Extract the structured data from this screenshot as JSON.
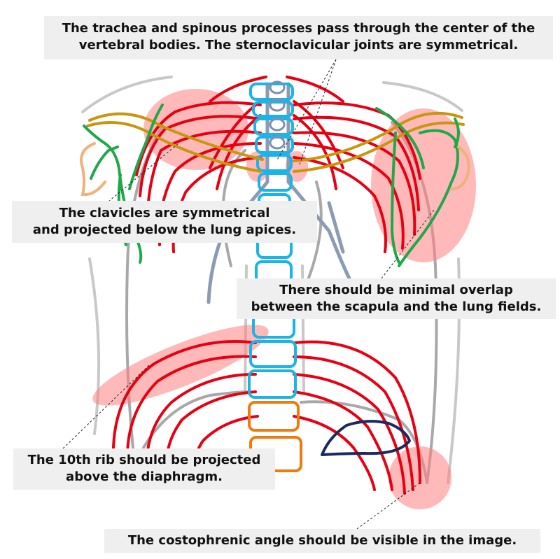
{
  "callouts": {
    "midline": "The trachea and spinous processes pass through the center of the\nvertebral bodies. The sternoclavicular joints are symmetrical.",
    "clavicles": "The clavicles are symmetrical\nand projected below the lung apices.",
    "scapula": "There should be minimal overlap\nbetween the scapula and the lung fields.",
    "tenth_rib": "The 10th rib should be projected\nabove the diaphragm.",
    "costophrenic": "The costophrenic angle should be visible in the image."
  },
  "colors": {
    "rib": "#e60012",
    "thoracic_vertebra": "#1ab4e8",
    "lumbar_vertebra": "#ee7a10",
    "clavicle": "#c8960f",
    "scapula": "#1fa84a",
    "humerus": "#f0b27a",
    "trachea": "#8a9bb3",
    "body_outline": "#c8c8c8",
    "lung_outline": "#a8a8a8",
    "stomach_gas": "#1a2a5e",
    "highlight": "#ff8080"
  }
}
